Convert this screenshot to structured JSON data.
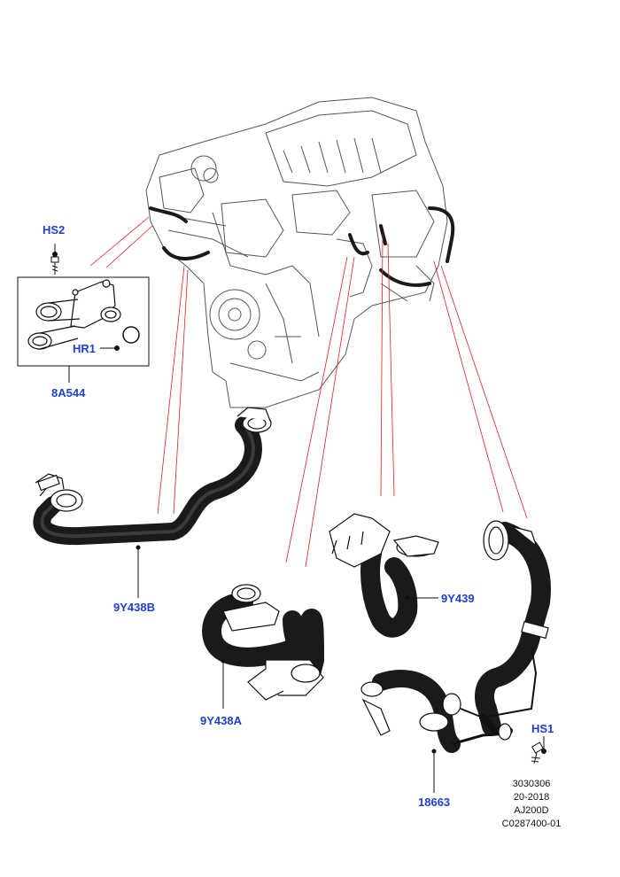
{
  "callouts": {
    "hs2": "HS2",
    "hr1": "HR1",
    "p8a544": "8A544",
    "p9y438b": "9Y438B",
    "p9y438a": "9Y438A",
    "p9y439": "9Y439",
    "hs1": "HS1",
    "p18663": "18663"
  },
  "info_block": [
    "3030306",
    "20-2018",
    "AJ200D",
    "C0287400-01"
  ],
  "colors": {
    "callout_text": "#1f3fd0",
    "leader_red": "#e0201c",
    "line_black": "#111111",
    "hose_fill": "#1a1a1a",
    "engine_line": "#555555"
  }
}
